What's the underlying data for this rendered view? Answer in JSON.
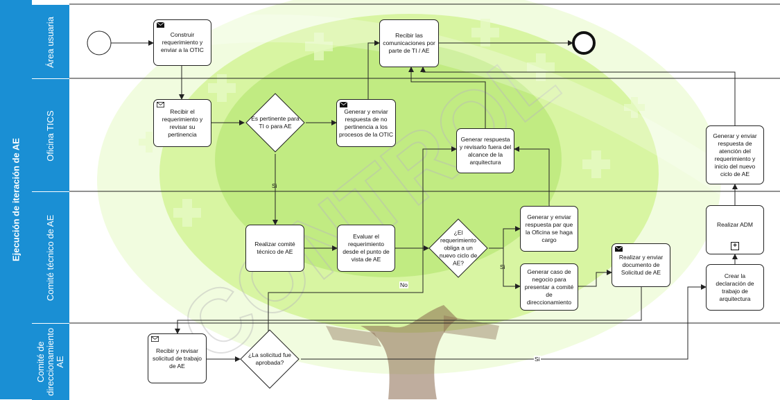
{
  "colors": {
    "lane_header": "#1a8fd4",
    "tree_light": "#c8f07a",
    "tree_mid": "#8fd24a",
    "trunk": "#8a6a4f",
    "watermark": "#b9b9b9"
  },
  "pool": {
    "label": "Ejecución de iteración de AE"
  },
  "lanes": [
    {
      "label": "Área usuaria"
    },
    {
      "label": "Oficina TICS"
    },
    {
      "label": "Comité técnico de AE"
    },
    {
      "label": "Comité de\ndireccionamiento\nAE"
    }
  ],
  "tasks": {
    "construir": "Construir requerimiento y enviar a la OTIC",
    "recibir_com": "Recibir las comunicaciones por parte de TI / AE",
    "recibir_req": "Recibir el requerimiento y revisar su pertinencia",
    "no_pert": "Generar y enviar respuesta de no pertinencia a los procesos de la OTIC",
    "fuera_alc": "Generar respuesta y revisarlo fuera del alcance de la arquitectura",
    "inicio_ciclo": "Generar y enviar respuesta de atención del requerimiento y inicio del nuevo ciclo de AE",
    "comite": "Realizar comité técnico de AE",
    "evaluar": "Evaluar el requerimiento desde el punto de vista de AE",
    "resp_oficina": "Generar y enviar respuesta par que la Oficina se haga cargo",
    "caso_neg": "Generar caso de negocio para presentar a comité de direccionamiento",
    "doc_sol": "Realizar y enviar documento de Solicitud de AE",
    "adm": "Realizar ADM",
    "declaracion": "Crear la declaración de trabajo de arquitectura",
    "revisar_sol": "Recibir y revisar solicitud de trabajo de AE"
  },
  "gateways": {
    "pertinente": "Es pertinente para TI o para AE",
    "ciclo": "¿El requerimiento obliga a un nuevo ciclo de AE?",
    "aprobada": "¿La solicitud fue aprobada?"
  },
  "flow_labels": {
    "si_1": "Si",
    "si_2": "Si",
    "si_3": "Si",
    "no_1": "No"
  },
  "watermark": "CONTROL"
}
